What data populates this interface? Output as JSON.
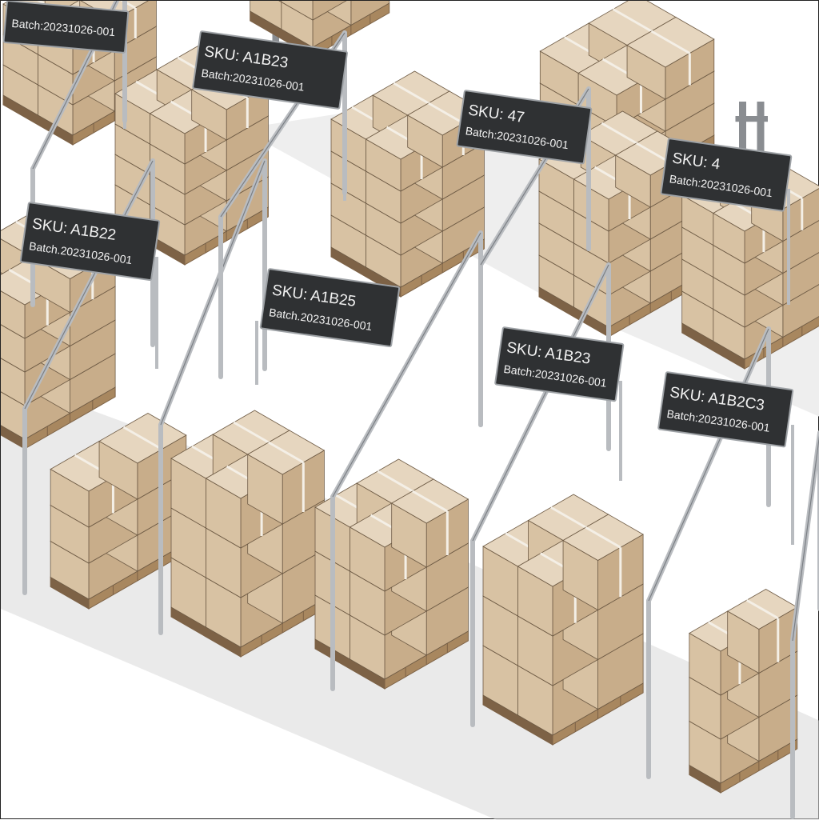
{
  "scene": {
    "description_free": true,
    "colors": {
      "background": "#ffffff",
      "floor_shadow": "#d9d9d9",
      "box_top": "#e6d6bf",
      "box_left": "#d8c2a3",
      "box_right": "#c8ad8a",
      "box_edge": "#6e5b45",
      "tape": "#f4efe6",
      "pallet": "#a8875f",
      "pallet_dark": "#7d6246",
      "rail": "#b9bcc0",
      "rail_dark": "#7b7f84",
      "sign_bg": "#2f3133",
      "sign_border": "#9ea2a6",
      "sign_text": "#f2f2f2",
      "forklift_body": "#b9784a",
      "forklift_mast": "#8a8d91",
      "tire": "#3c3c3c"
    }
  },
  "signs": [
    {
      "id": "sign-top-left",
      "sku": "",
      "batch": "Batch:20231026-001"
    },
    {
      "id": "sign-1",
      "sku": "SKU: A1B23",
      "batch": "Batch:20231026-001"
    },
    {
      "id": "sign-2",
      "sku": "SKU: 47",
      "batch": "Batch:20231026-001"
    },
    {
      "id": "sign-3",
      "sku": "SKU: 4",
      "batch": "Batch:20231026-001"
    },
    {
      "id": "sign-4",
      "sku": "SKU: A1B22",
      "batch": "Batch.20231026-001"
    },
    {
      "id": "sign-5",
      "sku": "SKU: A1B25",
      "batch": "Batch.20231026-001"
    },
    {
      "id": "sign-6",
      "sku": "SKU: A1B23",
      "batch": "Batch:20231026-001"
    },
    {
      "id": "sign-7",
      "sku": "SKU: A1B2C3",
      "batch": "Batch:20231026-001"
    }
  ]
}
